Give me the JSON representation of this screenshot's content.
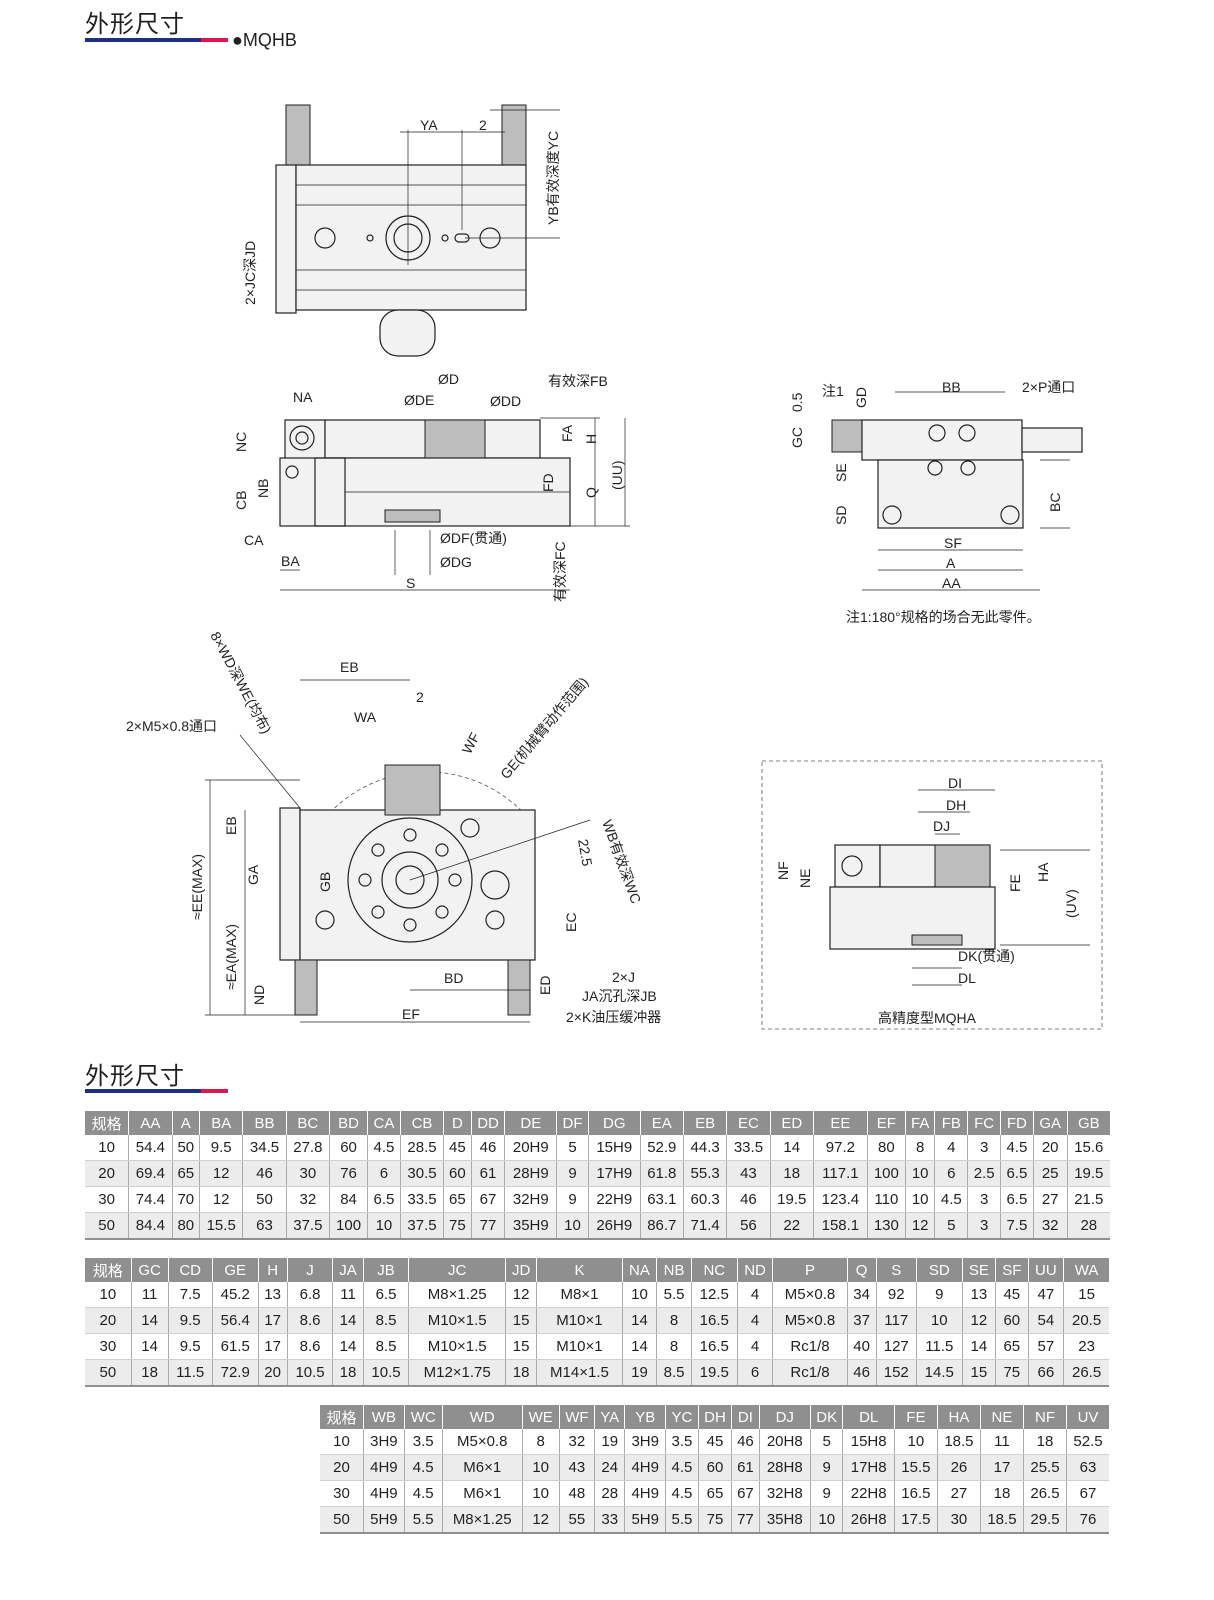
{
  "header": {
    "title": "外形尺寸",
    "model": "●MQHB",
    "colors": {
      "blue": "#1d2f87",
      "red": "#e2164a"
    }
  },
  "top_view": {
    "ya": "YA",
    "two": "2",
    "yb": "YB有效深度YC",
    "jc": "2×JC深JD"
  },
  "side_view": {
    "d": "ØD",
    "fb": "有效深FB",
    "na": "NA",
    "de": "ØDE",
    "dd": "ØDD",
    "nc": "NC",
    "fa": "FA",
    "h": "H",
    "uu": "(UU)",
    "nb": "NB",
    "cb": "CB",
    "fd": "FD",
    "q": "Q",
    "ca": "CA",
    "ba": "BA",
    "df": "ØDF(贯通)",
    "dg": "ØDG",
    "s": "S",
    "fc": "有效深FC"
  },
  "right_view": {
    "half": "0.5",
    "gc": "GC",
    "note1": "注1",
    "gd": "GD",
    "bb": "BB",
    "p": "2×P通口",
    "se": "SE",
    "sd": "SD",
    "bc": "BC",
    "sf": "SF",
    "a": "A",
    "aa": "AA",
    "note": "注1:180°规格的场合无此零件。"
  },
  "front_view": {
    "wd": "8×WD深WE(均布)",
    "eb": "EB",
    "two": "2",
    "wa": "WA",
    "wf": "WF",
    "ge": "GE(机械臂动作范围)",
    "m5": "2×M5×0.8通口",
    "eb2": "EB",
    "wb": "WB有效深WC",
    "angle": "22.5",
    "ee": "≈EE(MAX)",
    "ea": "≈EA(MAX)",
    "ga": "GA",
    "gb": "GB",
    "ec": "EC",
    "bd": "BD",
    "nd": "ND",
    "ed": "ED",
    "j": "2×J",
    "ja": "JA沉孔深JB",
    "k": "2×K油压缓冲器",
    "ef": "EF"
  },
  "mqha_view": {
    "di": "DI",
    "dh": "DH",
    "dj": "DJ",
    "nf": "NF",
    "ne": "NE",
    "fe": "FE",
    "ha": "HA",
    "uv": "(UV)",
    "dk": "DK(贯通)",
    "dl": "DL",
    "caption": "高精度型MQHA"
  },
  "section2": {
    "title": "外形尺寸"
  },
  "tables": [
    {
      "headers": [
        "规格",
        "AA",
        "A",
        "BA",
        "BB",
        "BC",
        "BD",
        "CA",
        "CB",
        "D",
        "DD",
        "DE",
        "DF",
        "DG",
        "EA",
        "EB",
        "EC",
        "ED",
        "EE",
        "EF",
        "FA",
        "FB",
        "FC",
        "FD",
        "GA",
        "GB"
      ],
      "rows": [
        [
          "10",
          "54.4",
          "50",
          "9.5",
          "34.5",
          "27.8",
          "60",
          "4.5",
          "28.5",
          "45",
          "46",
          "20H9",
          "5",
          "15H9",
          "52.9",
          "44.3",
          "33.5",
          "14",
          "97.2",
          "80",
          "8",
          "4",
          "3",
          "4.5",
          "20",
          "15.6"
        ],
        [
          "20",
          "69.4",
          "65",
          "12",
          "46",
          "30",
          "76",
          "6",
          "30.5",
          "60",
          "61",
          "28H9",
          "9",
          "17H9",
          "61.8",
          "55.3",
          "43",
          "18",
          "117.1",
          "100",
          "10",
          "6",
          "2.5",
          "6.5",
          "25",
          "19.5"
        ],
        [
          "30",
          "74.4",
          "70",
          "12",
          "50",
          "32",
          "84",
          "6.5",
          "33.5",
          "65",
          "67",
          "32H9",
          "9",
          "22H9",
          "63.1",
          "60.3",
          "46",
          "19.5",
          "123.4",
          "110",
          "10",
          "4.5",
          "3",
          "6.5",
          "27",
          "21.5"
        ],
        [
          "50",
          "84.4",
          "80",
          "15.5",
          "63",
          "37.5",
          "100",
          "10",
          "37.5",
          "75",
          "77",
          "35H9",
          "10",
          "26H9",
          "86.7",
          "71.4",
          "56",
          "22",
          "158.1",
          "130",
          "12",
          "5",
          "3",
          "7.5",
          "32",
          "28"
        ]
      ]
    },
    {
      "headers": [
        "规格",
        "GC",
        "CD",
        "GE",
        "H",
        "J",
        "JA",
        "JB",
        "JC",
        "JD",
        "K",
        "NA",
        "NB",
        "NC",
        "ND",
        "P",
        "Q",
        "S",
        "SD",
        "SE",
        "SF",
        "UU",
        "WA"
      ],
      "rows": [
        [
          "10",
          "11",
          "7.5",
          "45.2",
          "13",
          "6.8",
          "11",
          "6.5",
          "M8×1.25",
          "12",
          "M8×1",
          "10",
          "5.5",
          "12.5",
          "4",
          "M5×0.8",
          "34",
          "92",
          "9",
          "13",
          "45",
          "47",
          "15"
        ],
        [
          "20",
          "14",
          "9.5",
          "56.4",
          "17",
          "8.6",
          "14",
          "8.5",
          "M10×1.5",
          "15",
          "M10×1",
          "14",
          "8",
          "16.5",
          "4",
          "M5×0.8",
          "37",
          "117",
          "10",
          "12",
          "60",
          "54",
          "20.5"
        ],
        [
          "30",
          "14",
          "9.5",
          "61.5",
          "17",
          "8.6",
          "14",
          "8.5",
          "M10×1.5",
          "15",
          "M10×1",
          "14",
          "8",
          "16.5",
          "4",
          "Rc1/8",
          "40",
          "127",
          "11.5",
          "14",
          "65",
          "57",
          "23"
        ],
        [
          "50",
          "18",
          "11.5",
          "72.9",
          "20",
          "10.5",
          "18",
          "10.5",
          "M12×1.75",
          "18",
          "M14×1.5",
          "19",
          "8.5",
          "19.5",
          "6",
          "Rc1/8",
          "46",
          "152",
          "14.5",
          "15",
          "75",
          "66",
          "26.5"
        ]
      ]
    },
    {
      "headers": [
        "规格",
        "WB",
        "WC",
        "WD",
        "WE",
        "WF",
        "YA",
        "YB",
        "YC",
        "DH",
        "DI",
        "DJ",
        "DK",
        "DL",
        "FE",
        "HA",
        "NE",
        "NF",
        "UV"
      ],
      "rows": [
        [
          "10",
          "3H9",
          "3.5",
          "M5×0.8",
          "8",
          "32",
          "19",
          "3H9",
          "3.5",
          "45",
          "46",
          "20H8",
          "5",
          "15H8",
          "10",
          "18.5",
          "11",
          "18",
          "52.5"
        ],
        [
          "20",
          "4H9",
          "4.5",
          "M6×1",
          "10",
          "43",
          "24",
          "4H9",
          "4.5",
          "60",
          "61",
          "28H8",
          "9",
          "17H8",
          "15.5",
          "26",
          "17",
          "25.5",
          "63"
        ],
        [
          "30",
          "4H9",
          "4.5",
          "M6×1",
          "10",
          "48",
          "28",
          "4H9",
          "4.5",
          "65",
          "67",
          "32H8",
          "9",
          "22H8",
          "16.5",
          "27",
          "18",
          "26.5",
          "67"
        ],
        [
          "50",
          "5H9",
          "5.5",
          "M8×1.25",
          "12",
          "55",
          "33",
          "5H9",
          "5.5",
          "75",
          "77",
          "35H8",
          "10",
          "26H8",
          "17.5",
          "30",
          "18.5",
          "29.5",
          "76"
        ]
      ]
    }
  ]
}
